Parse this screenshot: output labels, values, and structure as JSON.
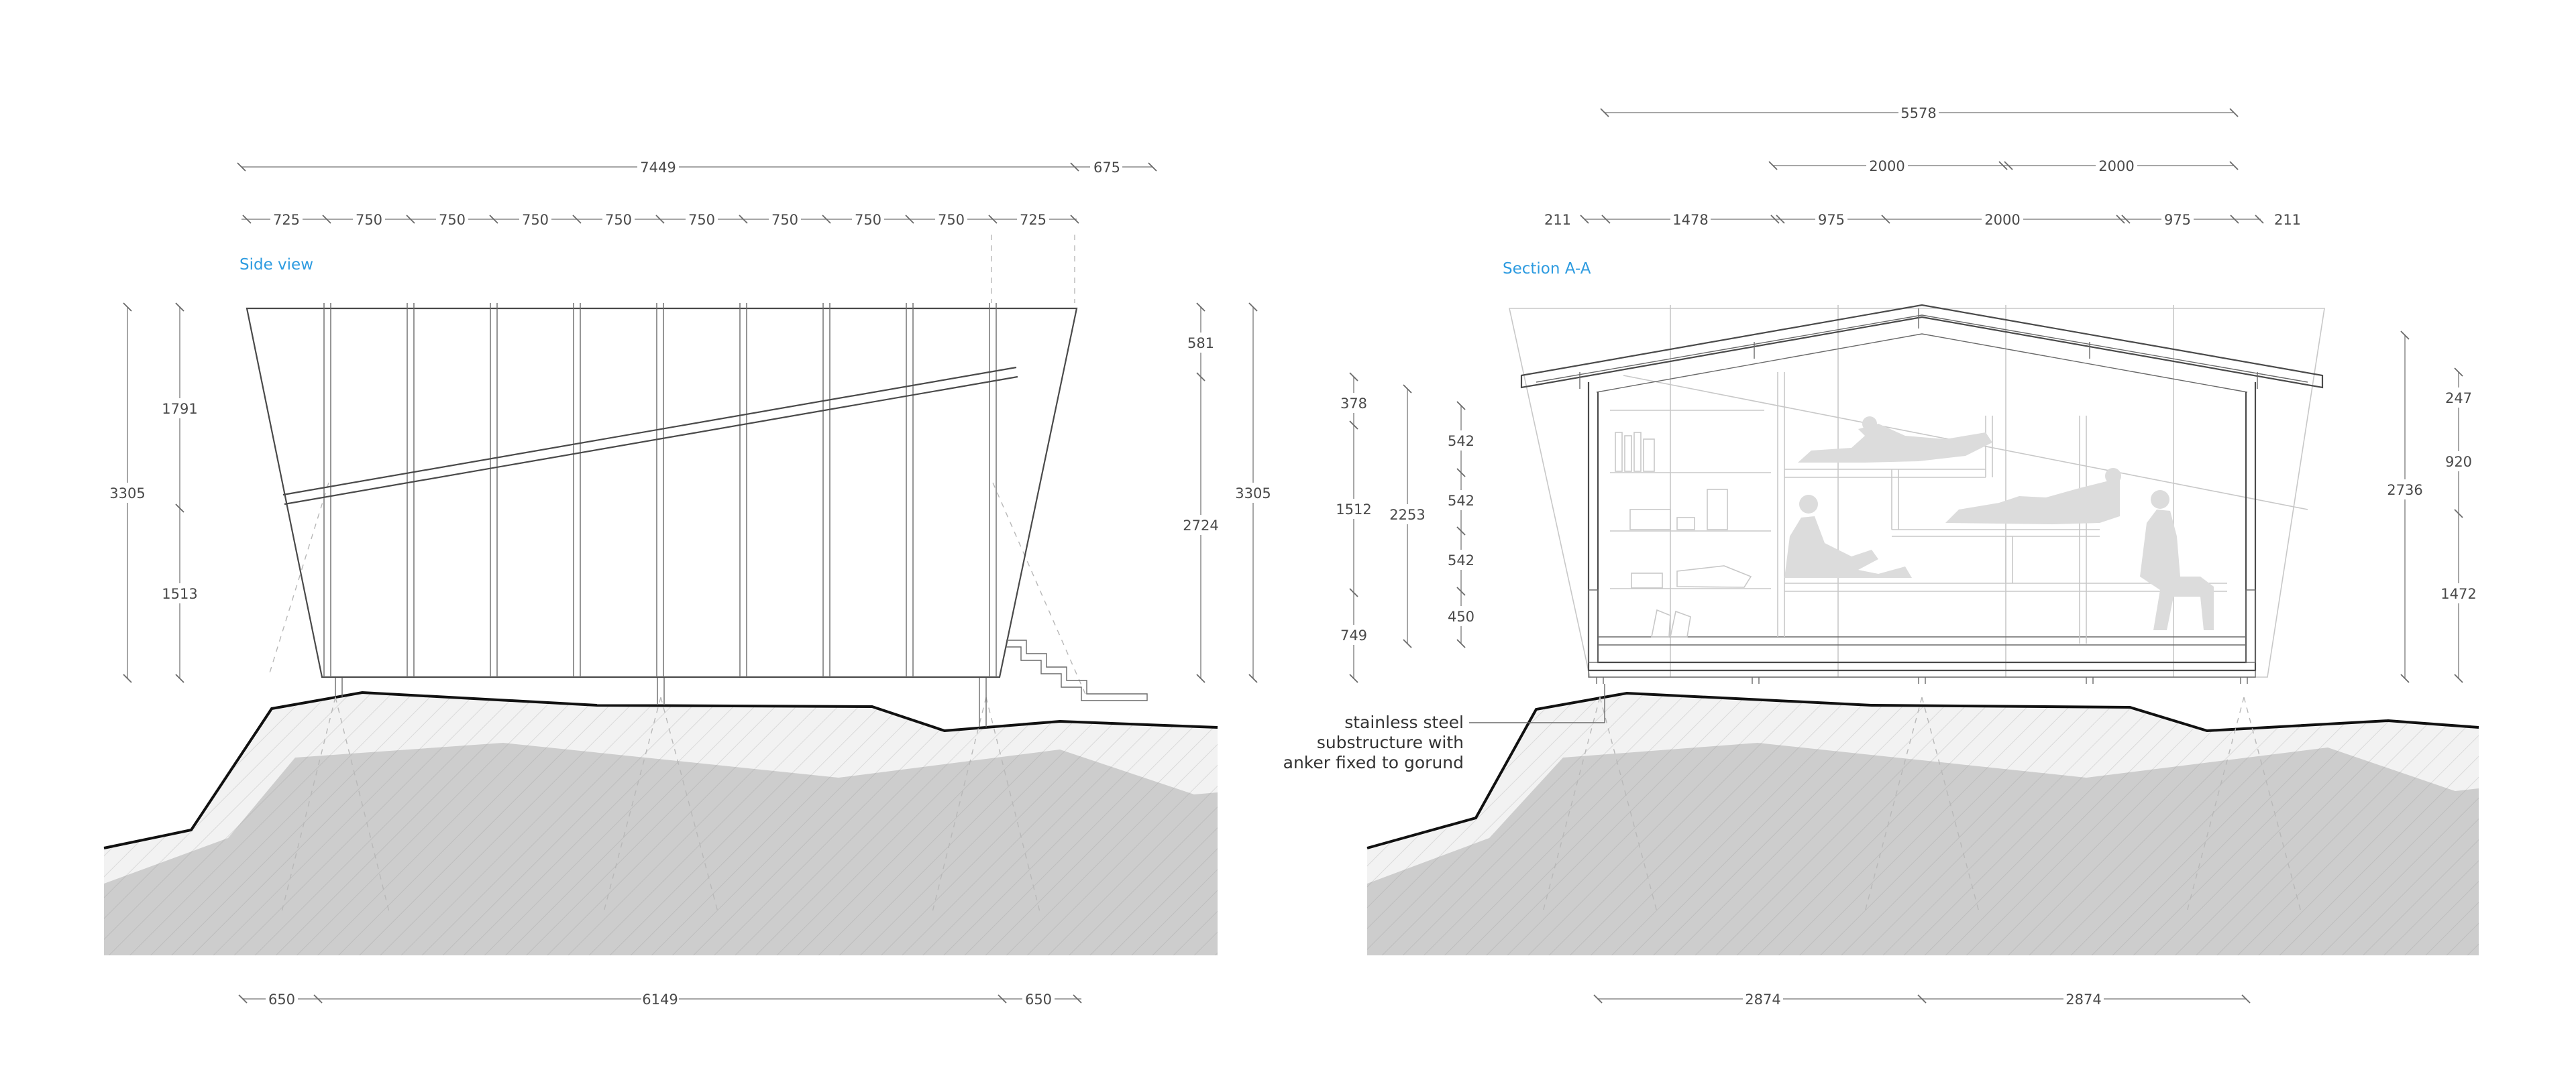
{
  "side_view": {
    "title": "Side view",
    "top_overall": [
      "7449",
      "675"
    ],
    "top_modules": [
      "725",
      "750",
      "750",
      "750",
      "750",
      "750",
      "750",
      "750",
      "750",
      "725"
    ],
    "left_height": "3305",
    "left_split": [
      "1791",
      "1513"
    ],
    "right_inner": [
      "581",
      "2724"
    ],
    "right_height": "3305",
    "bottom": [
      "650",
      "6149",
      "650"
    ]
  },
  "section": {
    "title": "Section  A-A",
    "top_overall": "5578",
    "top_half": [
      "2000",
      "2000"
    ],
    "top_modules": [
      "211",
      "1478",
      "975",
      "2000",
      "975",
      "211"
    ],
    "left_outer": [
      "378",
      "1512",
      "749"
    ],
    "left_total": "2253",
    "left_shelves": [
      "542",
      "542",
      "542",
      "450"
    ],
    "right_total": "2736",
    "right_inner": [
      "247",
      "920",
      "1472"
    ],
    "bottom": [
      "2874",
      "2874"
    ],
    "note": [
      "stainless steel",
      "substructure with",
      "anker fixed to gorund"
    ]
  },
  "colors": {
    "title": "#2d9be0",
    "ground_fill": "#cfcfcf",
    "ground_light": "#ececec",
    "line": "#4a4a4a"
  }
}
